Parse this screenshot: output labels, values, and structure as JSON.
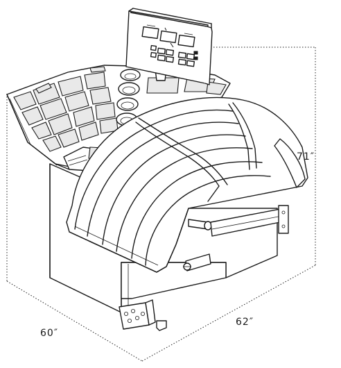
{
  "dimensions": {
    "height": "71″",
    "depth": "60″",
    "width": "62″"
  }
}
